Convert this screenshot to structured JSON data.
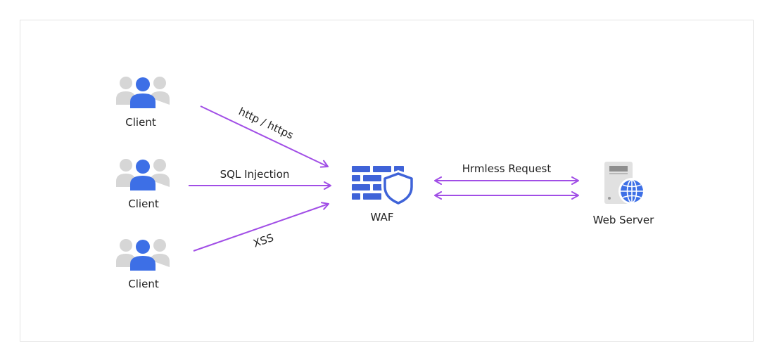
{
  "colors": {
    "arrow": "#a14ee6",
    "accent_blue": "#3d6fe6",
    "firewall_blue": "#3f63d8",
    "gray": "#d6d6d6",
    "frame_border": "#e3e3e3"
  },
  "clients": [
    {
      "label": "Client",
      "icon": "users-icon"
    },
    {
      "label": "Client",
      "icon": "users-icon"
    },
    {
      "label": "Client",
      "icon": "users-icon"
    }
  ],
  "connections": [
    {
      "label": "http / https"
    },
    {
      "label": "SQL Injection"
    },
    {
      "label": "XSS"
    }
  ],
  "waf": {
    "label": "WAF",
    "icon": "firewall-shield-icon"
  },
  "request": {
    "label": "Hrmless Request"
  },
  "server": {
    "label": "Web Server",
    "icon": "web-server-globe-icon"
  }
}
